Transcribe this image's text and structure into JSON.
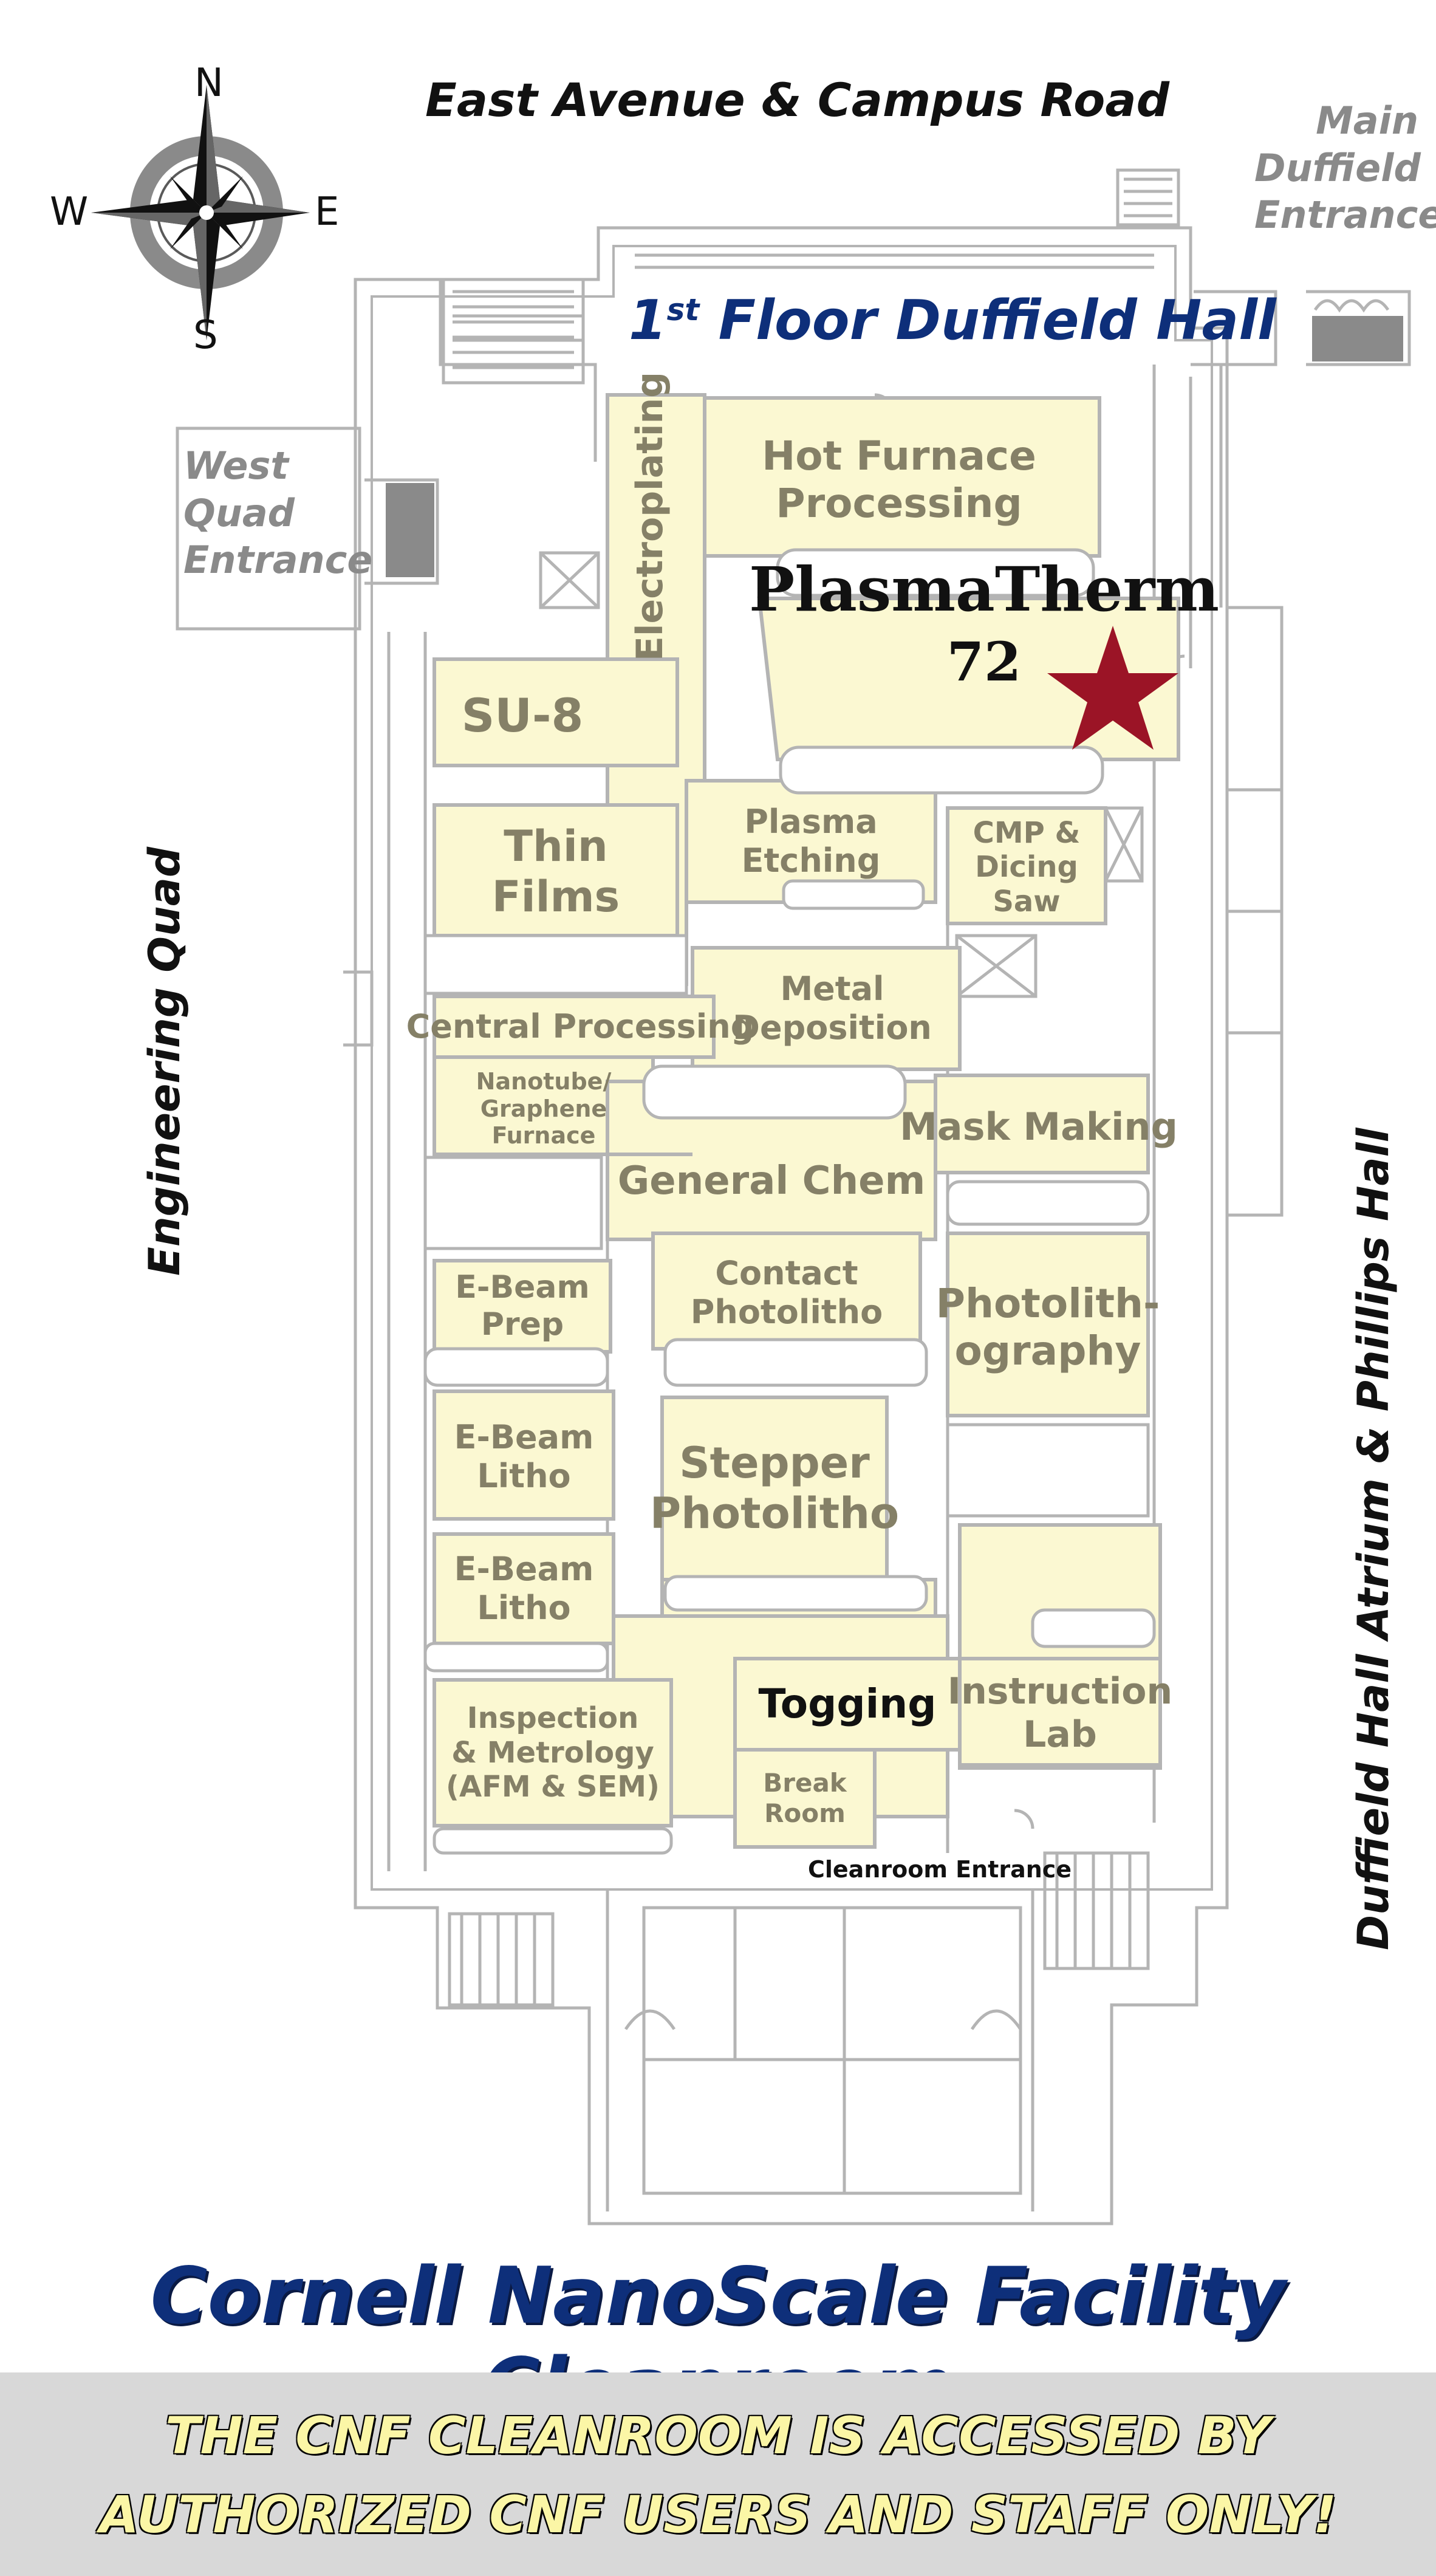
{
  "streets": {
    "north": "East Avenue & Campus Road",
    "west": "Engineering Quad",
    "east": "Duffield Hall Atrium & Phillips Hall"
  },
  "entrances": {
    "main": "Main\nDuffield\nEntrance",
    "west": "West\nQuad\nEntrance",
    "cleanroom": "Cleanroom Entrance"
  },
  "compass": {
    "n": "N",
    "s": "S",
    "e": "E",
    "w": "W"
  },
  "floor_title": {
    "prefix": "1",
    "sup": "st",
    "suffix": " Floor Duffield Hall"
  },
  "rooms": {
    "hot_furnace": "Hot Furnace\nProcessing",
    "plasmatherm_name": "PlasmaTherm",
    "plasmatherm_number": "72",
    "electroplating": "Electroplating",
    "su8": "SU-8",
    "thin_films": "Thin Films",
    "plasma_etching": "Plasma Etching",
    "cmp": "CMP &\nDicing Saw",
    "metal_deposition": "Metal\nDeposition",
    "central_processing": "Central Processing",
    "nanotube": "Nanotube/\nGraphene Furnace",
    "mask_making": "Mask Making",
    "general_chem": "General Chem",
    "ebeam_prep": "E-Beam\nPrep",
    "contact_photolitho": "Contact\nPhotolitho",
    "photolithography": "Photolith-\nography",
    "ebeam_litho_1": "E-Beam\nLitho",
    "stepper_photolitho": "Stepper\nPhotolitho",
    "ebeam_litho_2": "E-Beam\nLitho",
    "togging": "Togging",
    "instruction_lab": "Instruction\nLab",
    "inspection": "Inspection\n& Metrology\n(AFM & SEM)",
    "break_room": "Break\nRoom"
  },
  "facility_title": "Cornell NanoScale Facility Cleanroom",
  "notice": {
    "line1": "THE CNF CLEANROOM IS ACCESSED BY",
    "line2": "AUTHORIZED CNF USERS AND STAFF ONLY!"
  },
  "colors": {
    "room_fill": "#fbf8d2",
    "wall": "#b4b4b4",
    "marker_star": "#9b1426",
    "title_blue": "#0e2f7a",
    "footer_gray": "#d8d8d8",
    "notice_yellow": "#fbf6a6"
  },
  "marker": "star-icon"
}
